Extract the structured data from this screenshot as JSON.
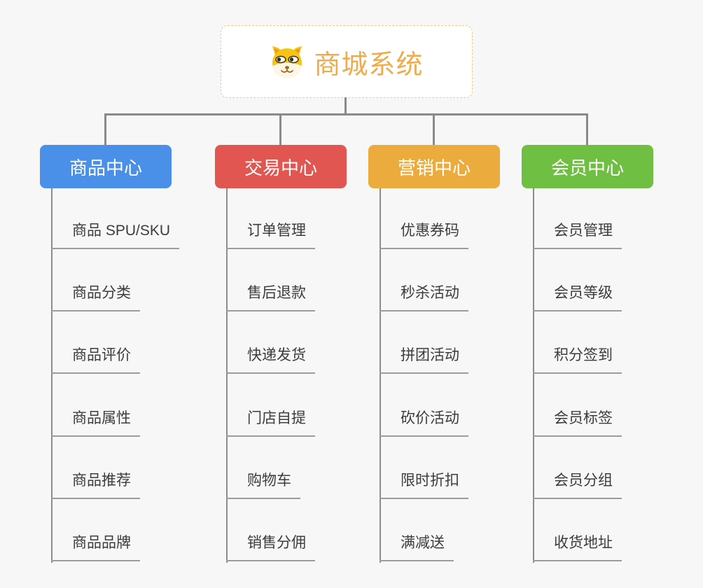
{
  "root": {
    "title": "商城系统",
    "icon": "dog-face-icon"
  },
  "branches": [
    {
      "label": "商品中心",
      "color": "#4a90e8",
      "children": [
        "商品 SPU/SKU",
        "商品分类",
        "商品评价",
        "商品属性",
        "商品推荐",
        "商品品牌"
      ]
    },
    {
      "label": "交易中心",
      "color": "#e25652",
      "children": [
        "订单管理",
        "售后退款",
        "快递发货",
        "门店自提",
        "购物车",
        "销售分佣"
      ]
    },
    {
      "label": "营销中心",
      "color": "#ecac3d",
      "children": [
        "优惠券码",
        "秒杀活动",
        "拼团活动",
        "砍价活动",
        "限时折扣",
        "满减送"
      ]
    },
    {
      "label": "会员中心",
      "color": "#6fc042",
      "children": [
        "会员管理",
        "会员等级",
        "积分签到",
        "会员标签",
        "会员分组",
        "收货地址"
      ]
    }
  ],
  "colors": {
    "background": "#f7f7f7",
    "connector": "#8a8a8a",
    "leaf_underline": "#9c9c9c",
    "leaf_text": "#3c3c3c",
    "root_title": "#f0ab4a",
    "root_border": "#f2c886",
    "branch_text": "#ffffff"
  }
}
